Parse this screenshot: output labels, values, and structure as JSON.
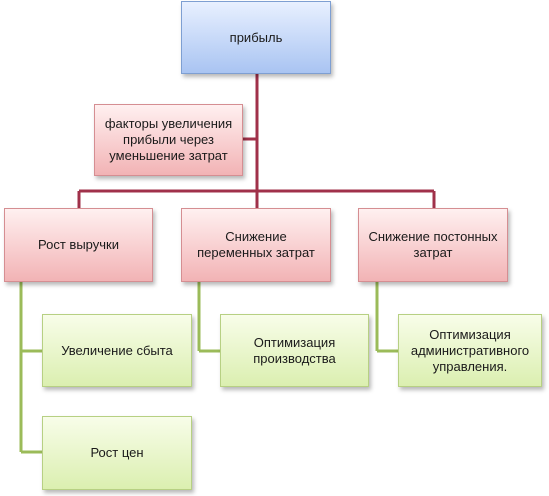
{
  "root": {
    "label": "прибыль"
  },
  "assistant": {
    "label": "факторы увеличения прибыли через уменьшение затрат"
  },
  "branches": [
    {
      "label": "Рост выручки",
      "children": [
        "Увеличение сбыта",
        "Рост цен"
      ]
    },
    {
      "label": "Снижение переменных затрат",
      "children": [
        "Оптимизация производства"
      ]
    },
    {
      "label": "Снижение постонных затрат",
      "children": [
        "Оптимизация административного управления."
      ]
    }
  ],
  "colors": {
    "connector_top": "#a0314a",
    "connector_bottom": "#9bbb59",
    "root_fill": "#a9c4f2",
    "branch_fill": "#f2b3b5",
    "leaf_fill": "#dbefb0"
  }
}
